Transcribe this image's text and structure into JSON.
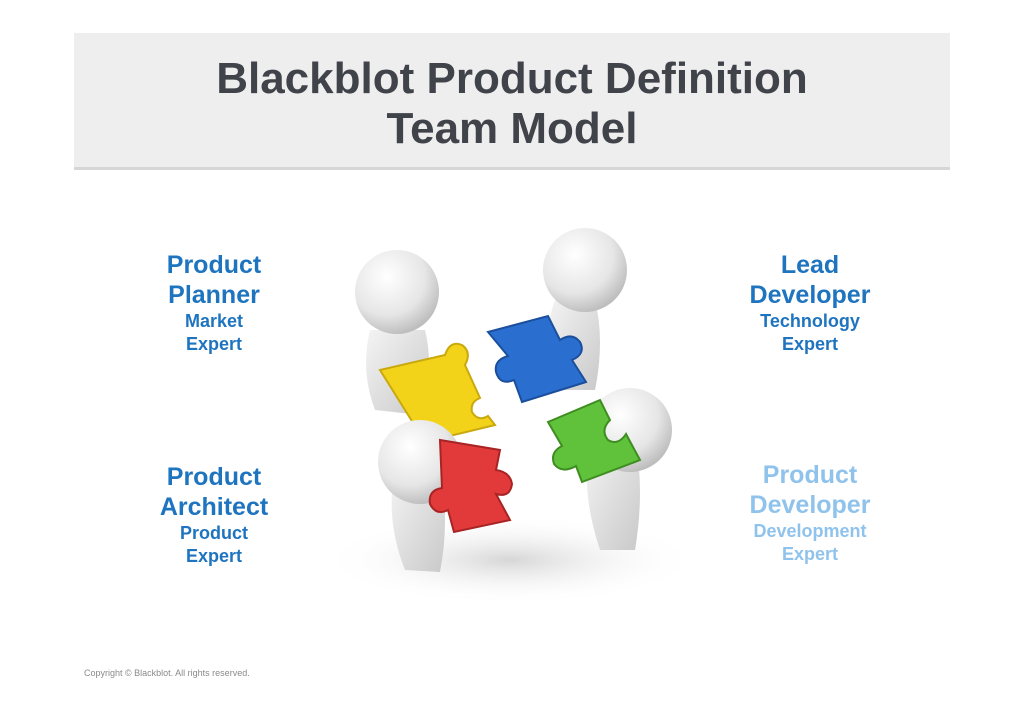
{
  "title": {
    "line1": "Blackblot Product Definition",
    "line2": "Team Model"
  },
  "roles": {
    "product_planner": {
      "title_line1": "Product",
      "title_line2": "Planner",
      "sub_line1": "Market",
      "sub_line2": "Expert"
    },
    "lead_developer": {
      "title_line1": "Lead",
      "title_line2": "Developer",
      "sub_line1": "Technology",
      "sub_line2": "Expert"
    },
    "product_architect": {
      "title_line1": "Product",
      "title_line2": "Architect",
      "sub_line1": "Product",
      "sub_line2": "Expert"
    },
    "product_developer": {
      "title_line1": "Product",
      "title_line2": "Developer",
      "sub_line1": "Development",
      "sub_line2": "Expert"
    }
  },
  "colors": {
    "title_text": "#40434a",
    "role_dark": "#1e74bf",
    "role_light": "#8fc3ec",
    "puzzle_yellow": "#f3d21a",
    "puzzle_blue": "#2a6fd0",
    "puzzle_red": "#e23a3a",
    "puzzle_green": "#5fc23a"
  },
  "footer": {
    "copyright": "Copyright © Blackblot.  All rights reserved."
  }
}
